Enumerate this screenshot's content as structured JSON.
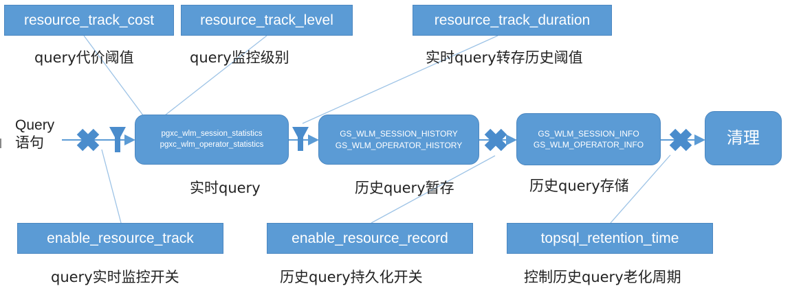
{
  "colors": {
    "box": "#5b9bd5",
    "border": "#4a86c0",
    "line": "#9dc3e6",
    "arrow": "#5b9bd5",
    "text_dark": "#222222"
  },
  "input": {
    "line1": "Query",
    "line2": "语句"
  },
  "top_params": [
    {
      "name": "resource_track_cost",
      "caption": "query代价阈值"
    },
    {
      "name": "resource_track_level",
      "caption": "query监控级别"
    },
    {
      "name": "resource_track_duration",
      "caption": "实时query转存历史阈值"
    }
  ],
  "bottom_params": [
    {
      "name": "enable_resource_track",
      "caption": "query实时监控开关"
    },
    {
      "name": "enable_resource_record",
      "caption": "历史query持久化开关"
    },
    {
      "name": "topsql_retention_time",
      "caption": "控制历史query老化周期"
    }
  ],
  "stages": [
    {
      "lines": [
        "pgxc_wlm_session_statistics",
        "pgxc_wlm_operator_statistics"
      ],
      "caption": "实时query"
    },
    {
      "lines": [
        "GS_WLM_SESSION_HISTORY",
        "GS_WLM_OPERATOR_HISTORY"
      ],
      "caption": "历史query暂存"
    },
    {
      "lines": [
        "GS_WLM_SESSION_INFO",
        "GS_WLM_OPERATOR_INFO"
      ],
      "caption": "历史query存储"
    },
    {
      "lines": [
        "清理"
      ],
      "caption": ""
    }
  ],
  "icons": {
    "switch": "cross-icon",
    "filter": "funnel-icon"
  }
}
